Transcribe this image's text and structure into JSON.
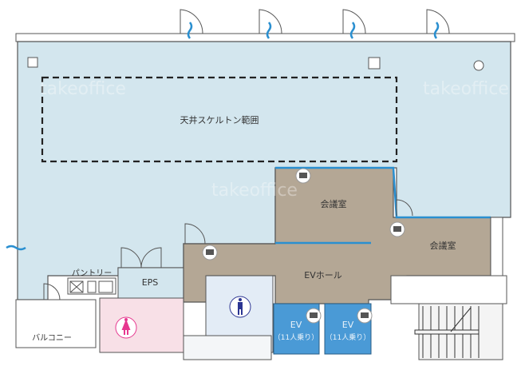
{
  "plan": {
    "ceiling_skeleton_area": "天井スケルトン範囲",
    "meeting_room_1": "会議室",
    "meeting_room_2": "会議室",
    "ev_hall": "EVホール",
    "eps": "EPS",
    "pantry": "パントリー",
    "balcony": "バルコニー",
    "elevators": [
      {
        "label": "EV",
        "capacity": "（11人乗り）"
      },
      {
        "label": "EV",
        "capacity": "（11人乗り）"
      }
    ],
    "watermark": "takeoffice"
  },
  "colors": {
    "office": "#d3e6ee",
    "meeting": "#b4a795",
    "elevator": "#4a9ad6",
    "womens_restroom": "#f8e0e7",
    "mens_restroom": "#e3ecf6",
    "window_accent": "#2a8fd0",
    "women_icon": "#e6388f",
    "men_icon": "#2c3593"
  }
}
